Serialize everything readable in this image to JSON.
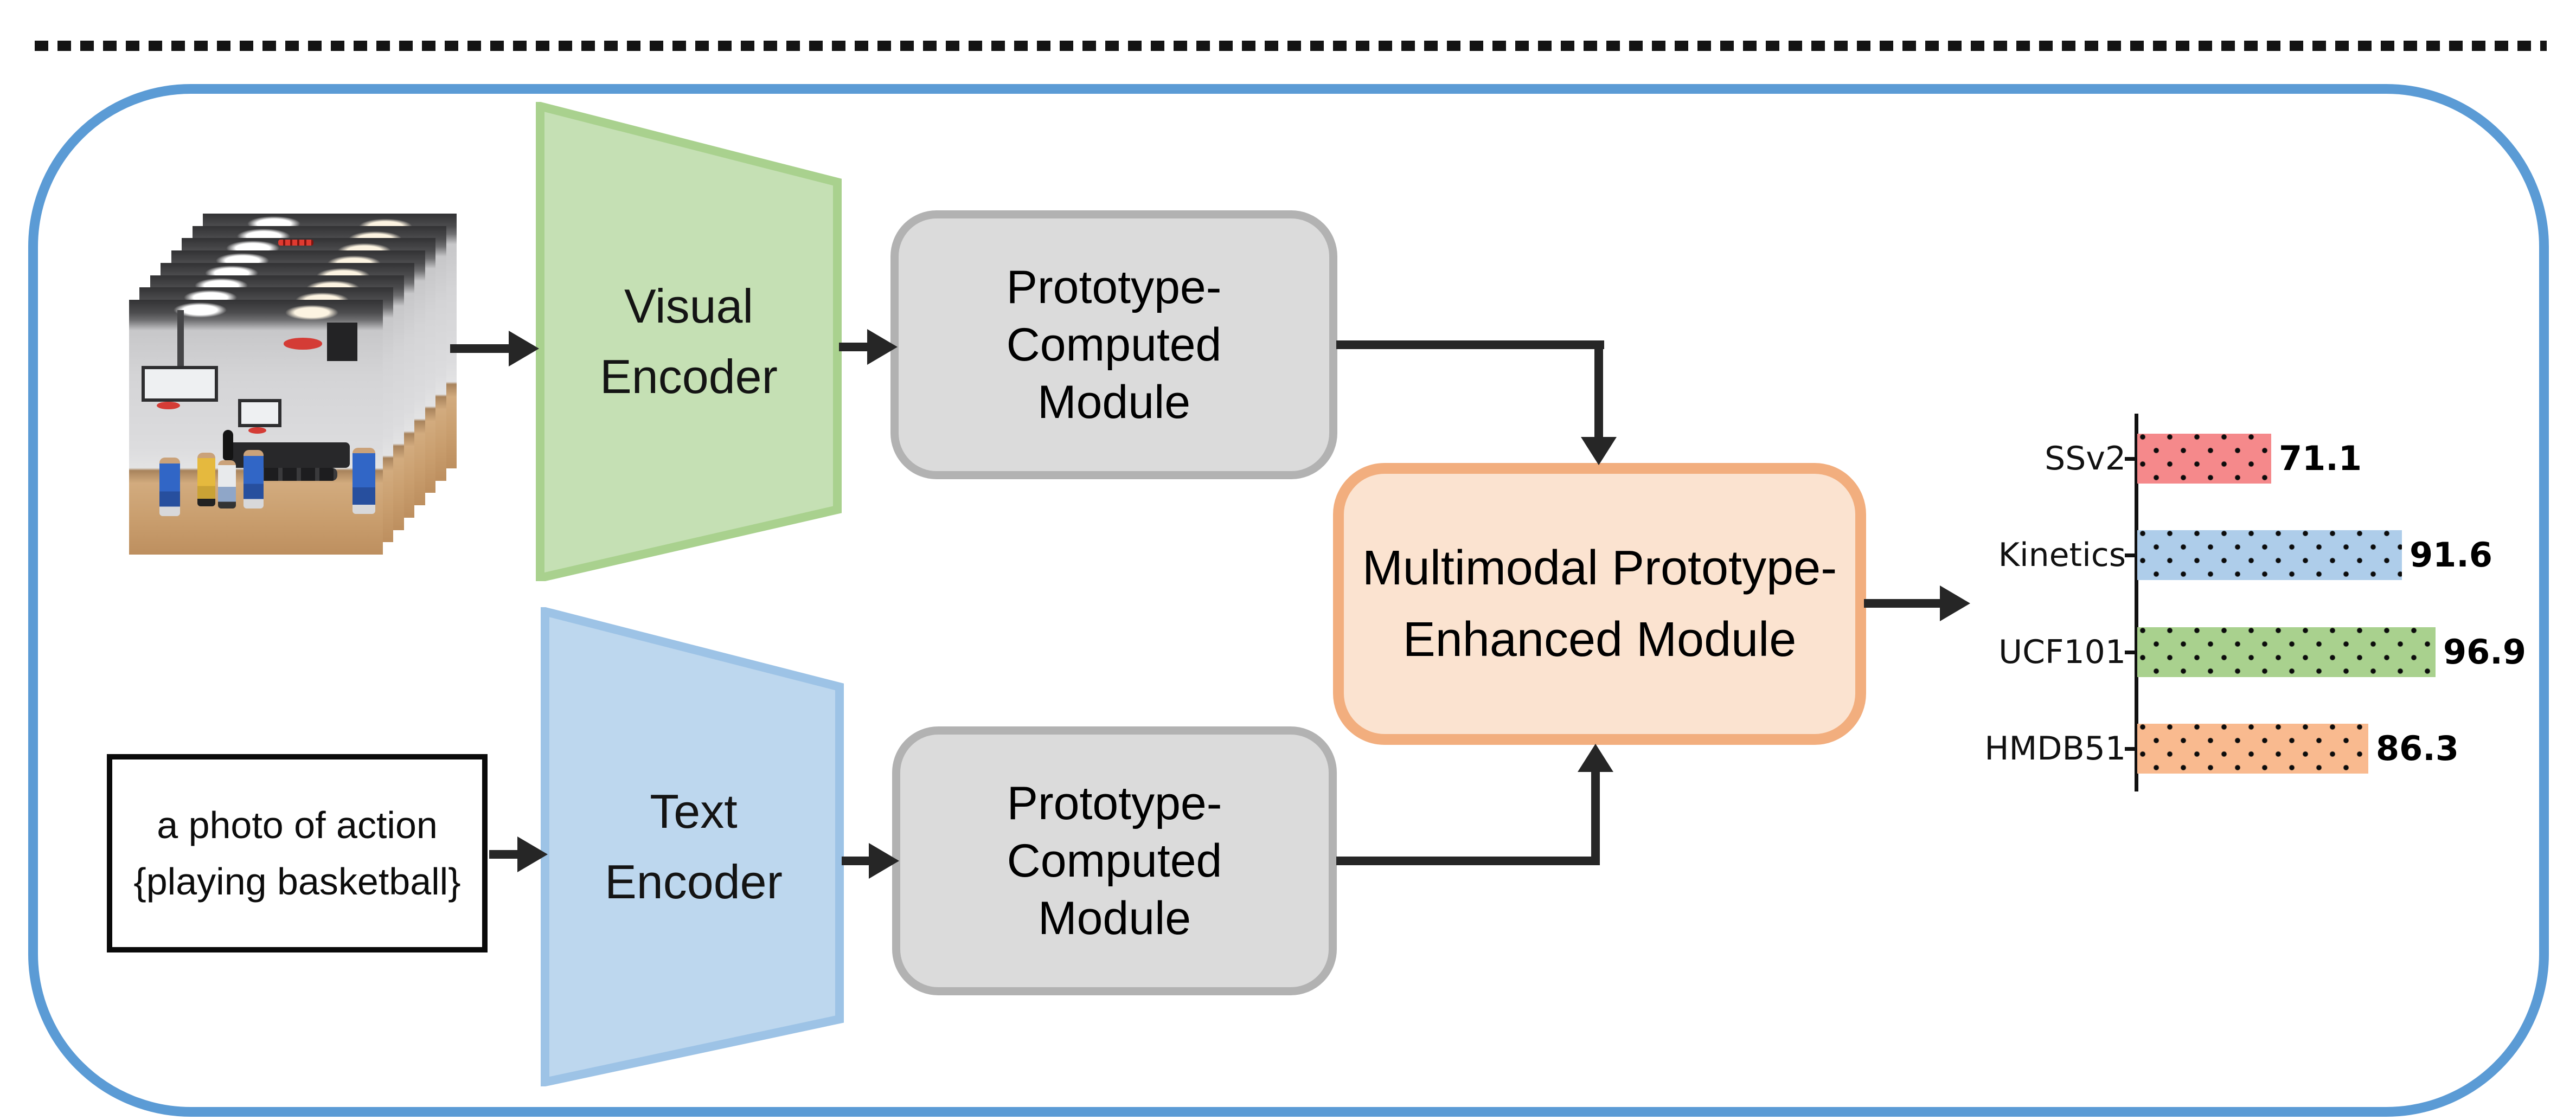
{
  "figure": {
    "background": "#FFFFFF",
    "frame_border_color": "#5B9BD5",
    "separator_style": "dashed",
    "separator_color": "#141414",
    "arrow_color": "#262626"
  },
  "video_input": {
    "description": "stacked video frames of an indoor basketball gym with players",
    "frame_count": 8
  },
  "text_prompt": {
    "line1": "a photo of action",
    "line2": "{playing basketball}",
    "fill": "#FFFFFF",
    "border": "#0A0A0A"
  },
  "visual_encoder": {
    "line1": "Visual",
    "line2": "Encoder",
    "fill": "#C5E0B4",
    "border": "#A9D18E"
  },
  "text_encoder": {
    "line1": "Text",
    "line2": "Encoder",
    "fill": "#BDD7EE",
    "border": "#9DC3E6"
  },
  "prototype_module_visual": {
    "line1": "Prototype-",
    "line2": "Computed",
    "line3": "Module",
    "fill": "#DBDBDB",
    "border": "#B2B2B2"
  },
  "prototype_module_text": {
    "line1": "Prototype-",
    "line2": "Computed",
    "line3": "Module",
    "fill": "#DBDBDB",
    "border": "#B2B2B2"
  },
  "multimodal_module": {
    "line1": "Multimodal Prototype-",
    "line2": "Enhanced Module",
    "fill": "#FBE3D0",
    "border": "#F2AE7E"
  },
  "chart_data": {
    "type": "bar",
    "orientation": "horizontal",
    "title": "",
    "xlabel": "",
    "ylabel": "",
    "categories": [
      "SSv2",
      "Kinetics",
      "UCF101",
      "HMDB51"
    ],
    "values": [
      71.1,
      91.6,
      96.9,
      86.3
    ],
    "value_labels": [
      "71.1",
      "91.6",
      "96.9",
      "86.3"
    ],
    "bar_colors": [
      "#F5898B",
      "#AECDEA",
      "#A9D18E",
      "#F9BA8F"
    ],
    "hatch": "black dots",
    "xlim": [
      50,
      100
    ],
    "axis_color": "#111111",
    "grid": false,
    "legend": false
  }
}
